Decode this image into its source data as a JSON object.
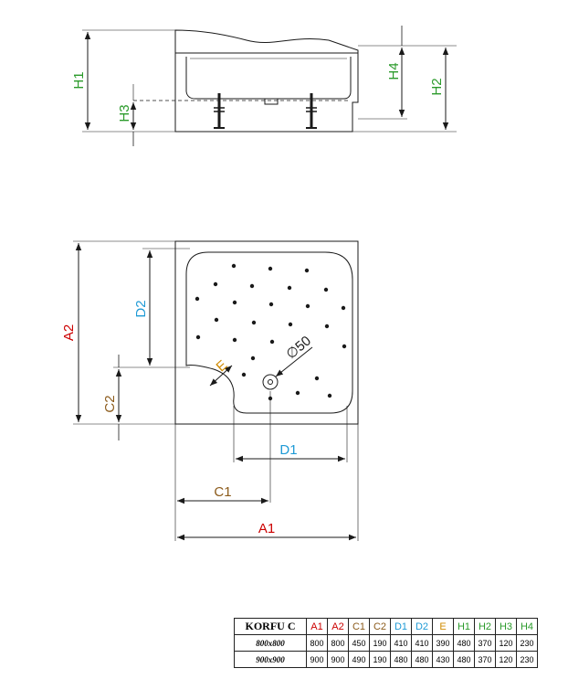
{
  "labels": {
    "h1": "H1",
    "h2": "H2",
    "h3": "H3",
    "h4": "H4",
    "a1": "A1",
    "a2": "A2",
    "c1": "C1",
    "c2": "C2",
    "d1": "D1",
    "d2": "D2",
    "e": "E",
    "diameter": "∅50"
  },
  "colors": {
    "a": "#cc0000",
    "c": "#8b5a1a",
    "d": "#1e9ad6",
    "e": "#d08a00",
    "h": "#2a9a2a",
    "line": "#1a1a1a"
  },
  "table": {
    "model": "KORFU C",
    "headers": [
      "A1",
      "A2",
      "C1",
      "C2",
      "D1",
      "D2",
      "E",
      "H1",
      "H2",
      "H3",
      "H4"
    ],
    "rows": [
      {
        "size": "800x800",
        "values": [
          "800",
          "800",
          "450",
          "190",
          "410",
          "410",
          "390",
          "480",
          "370",
          "120",
          "230"
        ]
      },
      {
        "size": "900x900",
        "values": [
          "900",
          "900",
          "490",
          "190",
          "480",
          "480",
          "430",
          "480",
          "370",
          "120",
          "230"
        ]
      }
    ]
  }
}
